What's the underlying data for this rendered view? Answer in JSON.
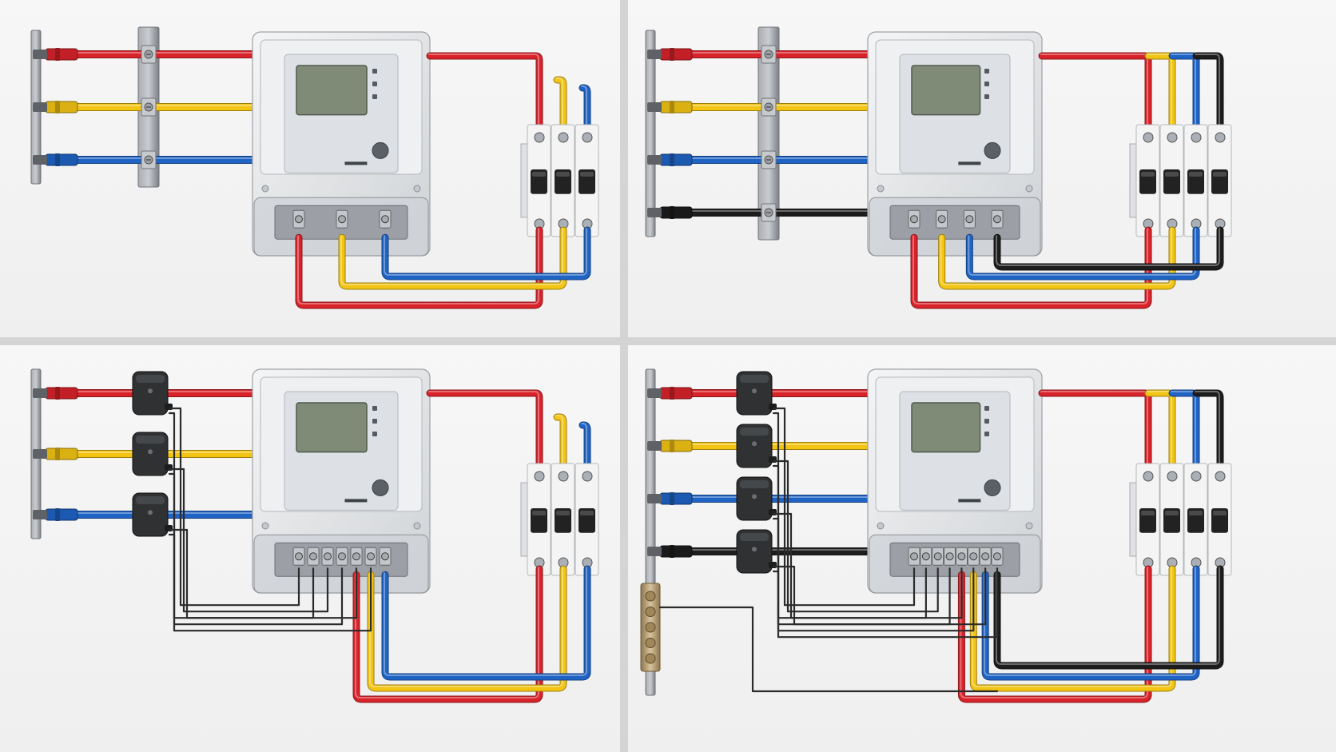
{
  "colors": {
    "phase_l1": "#d8232a",
    "phase_l2": "#f2c414",
    "phase_l3": "#1f63c4",
    "neutral": "#1d1d1d",
    "signal": "#2b2b2b",
    "bracket": "#8f9398",
    "meter_body": "#e9ebed",
    "meter_display": "#7f8a77",
    "breaker_body": "#f4f4f4",
    "breaker_handle": "#222222",
    "ct_body": "#2f3133",
    "brass": "#b49a6e",
    "background": "#f2f2f2"
  },
  "icons": {
    "meter": "energy-meter-icon",
    "breaker": "circuit-breaker-icon",
    "ct": "current-transformer-icon",
    "clamp": "terminal-clamp-icon",
    "bracket": "wire-bracket-icon",
    "busbar": "neutral-busbar-icon"
  },
  "panels": [
    {
      "id": "three-wire-direct",
      "phases": 3,
      "mode": "direct",
      "breaker_poles": 3,
      "neutral_bus": false
    },
    {
      "id": "four-wire-direct",
      "phases": 4,
      "mode": "direct",
      "breaker_poles": 4,
      "neutral_bus": false
    },
    {
      "id": "three-wire-ct",
      "phases": 3,
      "mode": "ct",
      "breaker_poles": 3,
      "neutral_bus": false
    },
    {
      "id": "four-wire-ct",
      "phases": 4,
      "mode": "ct",
      "breaker_poles": 4,
      "neutral_bus": true
    }
  ]
}
